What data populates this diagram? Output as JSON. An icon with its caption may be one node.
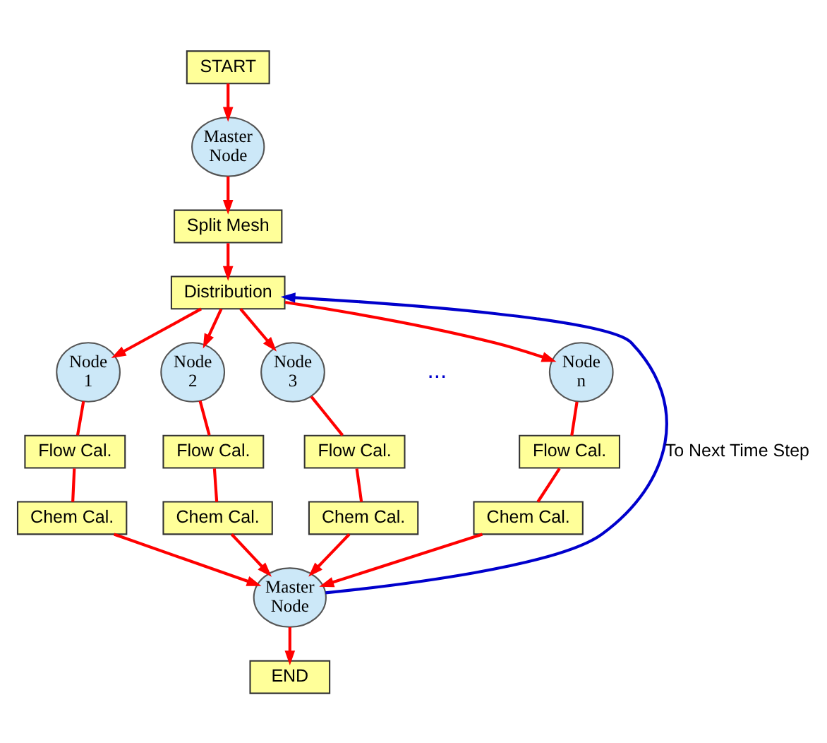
{
  "diagram": {
    "nodes": [
      {
        "text": [
          "START"
        ]
      },
      {
        "text": [
          "Master Node"
        ]
      },
      {
        "text": [
          "Split Mesh"
        ]
      },
      {
        "text": [
          "Distribution"
        ]
      },
      {
        "text": [
          "Node 1"
        ]
      },
      {
        "text": [
          "Node 2"
        ]
      },
      {
        "text": [
          "Node 3"
        ]
      },
      {
        "text": [
          "Node n"
        ]
      },
      {
        "text": [
          "Flow Cal."
        ]
      },
      {
        "text": [
          "Flow Cal."
        ]
      },
      {
        "text": [
          "Flow Cal."
        ]
      },
      {
        "text": [
          "Flow Cal."
        ]
      },
      {
        "text": [
          "Chem Cal."
        ]
      },
      {
        "text": [
          "Chem Cal."
        ]
      },
      {
        "text": [
          "Chem Cal."
        ]
      },
      {
        "text": [
          "Chem Cal."
        ]
      },
      {
        "text": [
          "Master Node"
        ]
      },
      {
        "text": [
          "END"
        ]
      }
    ],
    "edges": [
      {
        "from": 0,
        "to": 1,
        "arrow": "to"
      },
      {
        "from": 1,
        "to": 2,
        "arrow": "to"
      },
      {
        "from": 2,
        "to": 3,
        "arrow": "to"
      },
      {
        "from": 3,
        "to": 4,
        "arrow": "to"
      },
      {
        "from": 3,
        "to": 5,
        "arrow": "to"
      },
      {
        "from": 3,
        "to": 6,
        "arrow": "to"
      },
      {
        "from": 3,
        "to": 7,
        "arrow": "to"
      },
      {
        "from": 4,
        "to": 8,
        "arrow": "none"
      },
      {
        "from": 5,
        "to": 9,
        "arrow": "none"
      },
      {
        "from": 6,
        "to": 10,
        "arrow": "none"
      },
      {
        "from": 7,
        "to": 11,
        "arrow": "none"
      },
      {
        "from": 8,
        "to": 12,
        "arrow": "none"
      },
      {
        "from": 9,
        "to": 13,
        "arrow": "none"
      },
      {
        "from": 10,
        "to": 14,
        "arrow": "none"
      },
      {
        "from": 11,
        "to": 15,
        "arrow": "none"
      },
      {
        "from": 12,
        "to": 16,
        "arrow": "to"
      },
      {
        "from": 13,
        "to": 16,
        "arrow": "to"
      },
      {
        "from": 14,
        "to": 16,
        "arrow": "to"
      },
      {
        "from": 15,
        "to": 16,
        "arrow": "to"
      },
      {
        "from": 16,
        "to": 17,
        "arrow": "to"
      },
      {
        "from": 16,
        "to": 3,
        "arrow": "to",
        "label": "To Next Time Step",
        "color": "#0000cc"
      }
    ],
    "labels": [
      "..."
    ]
  }
}
